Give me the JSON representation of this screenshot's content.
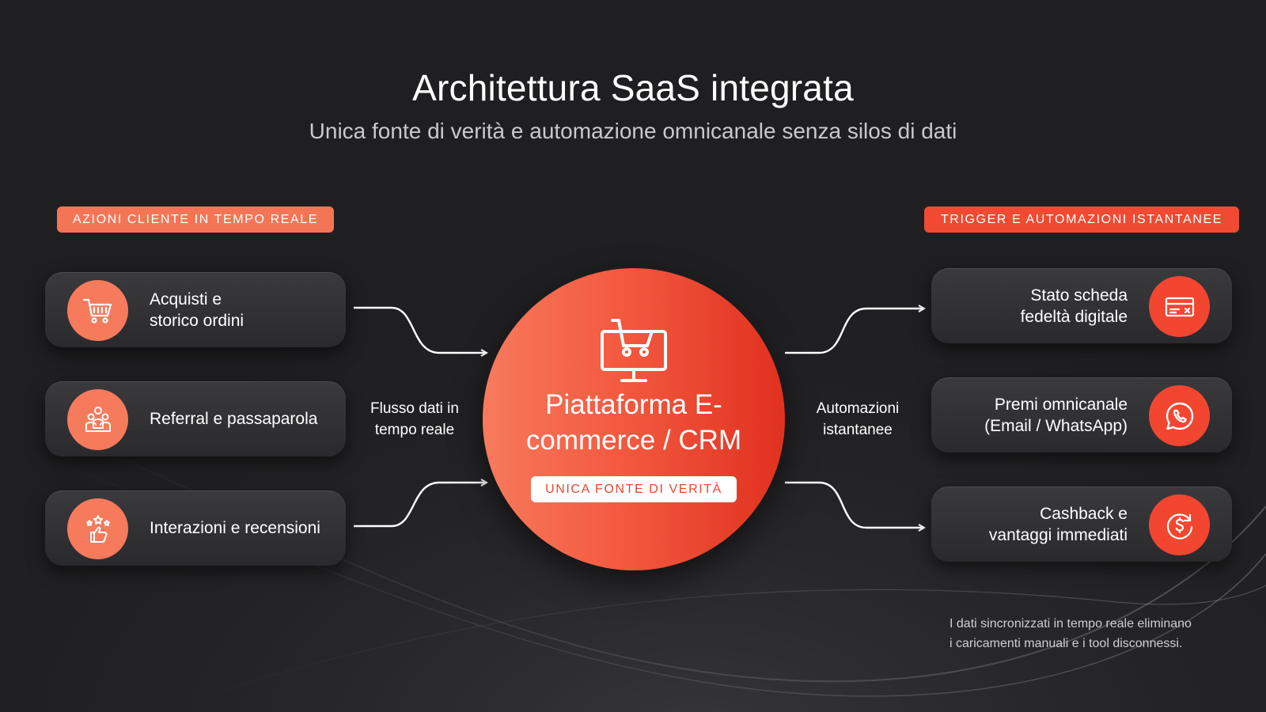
{
  "header": {
    "title": "Architettura SaaS integrata",
    "subtitle": "Unica fonte di verità e automazione omnicanale senza silos di dati"
  },
  "left_section": {
    "tag": "AZIONI CLIENTE IN TEMPO REALE",
    "tag_color": "#f47556",
    "cards": [
      {
        "label": "Acquisti e\nstorico ordini",
        "icon": "shopping-cart-icon"
      },
      {
        "label": "Referral e passaparola",
        "icon": "people-group-icon"
      },
      {
        "label": "Interazioni e recensioni",
        "icon": "thumbs-up-stars-icon"
      }
    ],
    "flow_label": "Flusso dati in\ntempo reale"
  },
  "hub": {
    "icon": "cart-monitor-icon",
    "title": "Piattaforma E-\ncommerce / CRM",
    "badge": "UNICA FONTE DI VERITÀ",
    "gradient_start": "#f77a5c",
    "gradient_end": "#e0311f"
  },
  "right_section": {
    "tag": "TRIGGER E AUTOMAZIONI ISTANTANEE",
    "tag_color": "#f04a32",
    "cards": [
      {
        "label": "Stato scheda\nfedeltà digitale",
        "icon": "loyalty-card-icon"
      },
      {
        "label": "Premi omnicanale\n(Email / WhatsApp)",
        "icon": "whatsapp-icon"
      },
      {
        "label": "Cashback e\nvantaggi immediati",
        "icon": "cashback-coin-icon"
      }
    ],
    "flow_label": "Automazioni\nistantanee"
  },
  "footnote": "I dati sincronizzati in tempo reale eliminano\ni caricamenti manuali e i tool disconnessi.",
  "colors": {
    "background": "#1f1f21",
    "accent": "#f24631",
    "accent_light": "#f67a5c"
  }
}
